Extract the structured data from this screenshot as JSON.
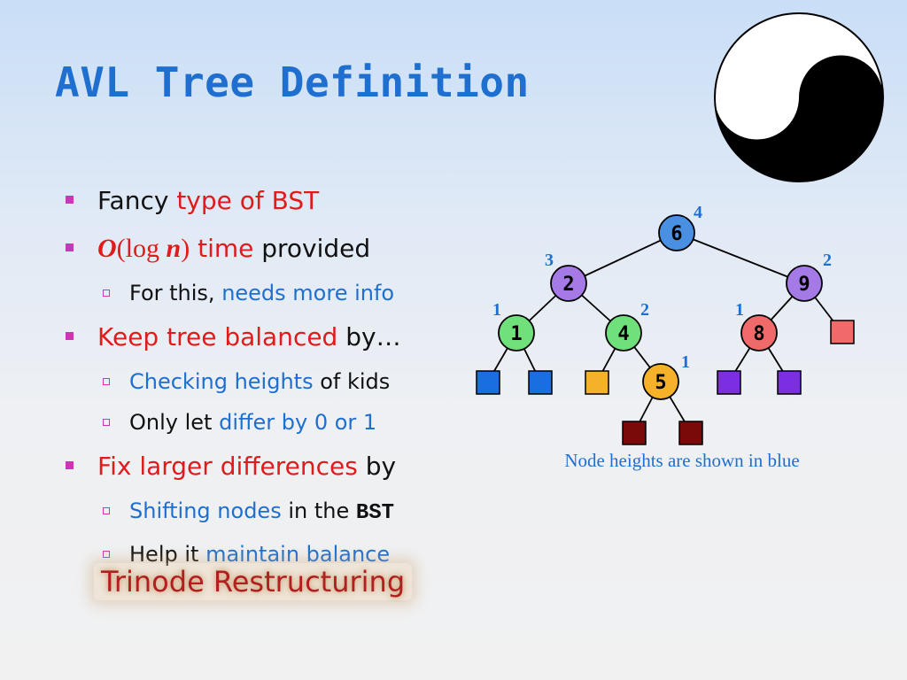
{
  "title": "AVL Tree Definition",
  "bullets": {
    "b1": {
      "prefix": "Fancy ",
      "highlight": "type of BST"
    },
    "b2": {
      "o": "O",
      "open": "(log ",
      "n": "n",
      "close": ")",
      "time": " time",
      "rest": " provided"
    },
    "b2a": {
      "prefix": "For this, ",
      "highlight": "needs more info"
    },
    "b3": {
      "highlight": "Keep tree balanced",
      "rest": " by…"
    },
    "b3a": {
      "highlight": "Checking heights",
      "rest": " of kids"
    },
    "b3b": {
      "prefix": "Only let ",
      "highlight": "differ by 0 or 1"
    },
    "b4": {
      "highlight": "Fix larger differences",
      "rest": " by"
    },
    "b4a": {
      "highlight": "Shifting nodes",
      "mid": " in the ",
      "code": "BST"
    },
    "b4b": {
      "prefix": "Help it ",
      "highlight": "maintain balance"
    }
  },
  "callout": "Trinode Restructuring",
  "tree": {
    "nodes": [
      {
        "key": "6",
        "height": "4",
        "color": "#4a90e2"
      },
      {
        "key": "2",
        "height": "3",
        "color": "#a57ae6"
      },
      {
        "key": "9",
        "height": "2",
        "color": "#a57ae6"
      },
      {
        "key": "1",
        "height": "1",
        "color": "#6fe07a"
      },
      {
        "key": "4",
        "height": "2",
        "color": "#6fe07a"
      },
      {
        "key": "8",
        "height": "1",
        "color": "#f16a6a"
      },
      {
        "key": "5",
        "height": "1",
        "color": "#f5b12a"
      }
    ],
    "leaf_colors": {
      "blue": "#1a6fe0",
      "orange": "#f5b12a",
      "purple": "#7b2fe0",
      "red": "#f16a6a",
      "maroon": "#7a0a0a"
    }
  },
  "caption": "Node heights are shown in blue",
  "colors": {
    "title": "#1e6fd0",
    "highlight_red": "#e01b1b",
    "highlight_blue": "#1e6fd0",
    "bullet": "#c837b8"
  },
  "icons": {
    "logo": "yin-yang-icon"
  }
}
